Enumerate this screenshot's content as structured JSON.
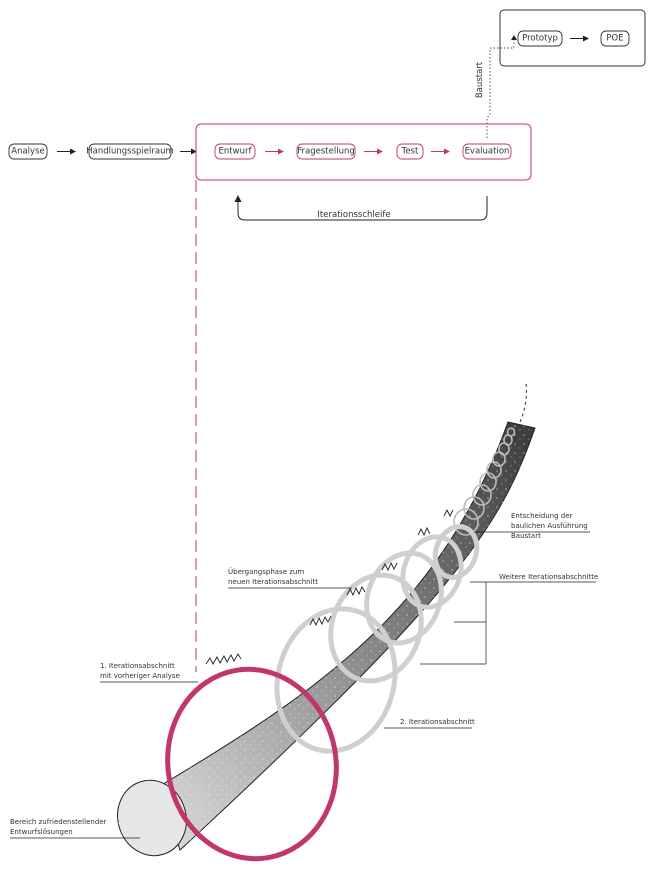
{
  "flow": {
    "analyse": "Analyse",
    "handlungsspielraum": "Handlungsspielraum",
    "entwurf": "Entwurf",
    "fragestellung": "Fragestellung",
    "test": "Test",
    "evaluation": "Evaluation",
    "prototyp": "Prototyp",
    "poe": "POE",
    "baustart": "Baustart",
    "iterationsschleife": "Iterationsschleife"
  },
  "annotations": {
    "entscheidung_1": "Entscheidung der",
    "entscheidung_2": "baulichen Ausführung",
    "entscheidung_3": "Baustart",
    "uebergang_1": "Übergangsphase zum",
    "uebergang_2": "neuen Iterationsabschnitt",
    "weitere": "Weitere Iterationsabschnitte",
    "erster_1": "1. Iterationsabschnitt",
    "erster_2": "mit vorheriger Analyse",
    "zweiter": "2. Iterationsabschnitt",
    "bereich_1": "Bereich zufriedenstellender",
    "bereich_2": "Entwurfslösungen"
  },
  "colors": {
    "accent": "#c2366e",
    "ink": "#222222",
    "ring": "#cfcfcf"
  }
}
